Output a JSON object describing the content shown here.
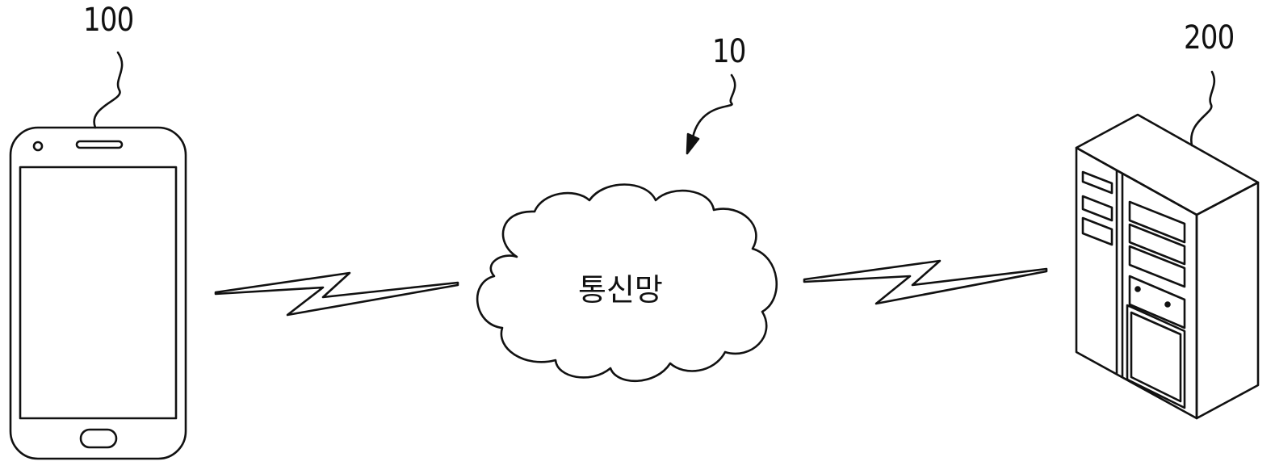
{
  "labels": {
    "terminal_ref": "100",
    "network_ref": "10",
    "server_ref": "200",
    "network_name": "통신망"
  },
  "colors": {
    "stroke": "#111111",
    "background": "#ffffff"
  }
}
